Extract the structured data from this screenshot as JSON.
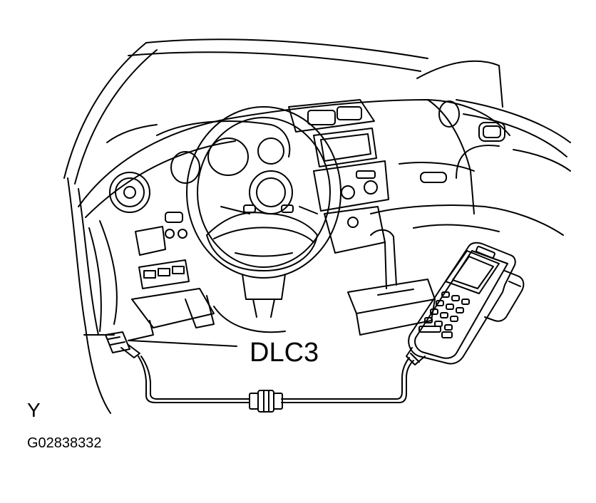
{
  "labels": {
    "callout": "DLC3",
    "view_letter": "Y",
    "figure_code": "G02838332"
  },
  "icons": {
    "illustration": "dashboard-obd-tester-illustration",
    "tester": "handheld-diagnostic-tester-icon",
    "connector": "dlc3-connector-icon",
    "steering_wheel": "steering-wheel-icon"
  },
  "colors": {
    "line": "#000000",
    "background": "#ffffff"
  }
}
